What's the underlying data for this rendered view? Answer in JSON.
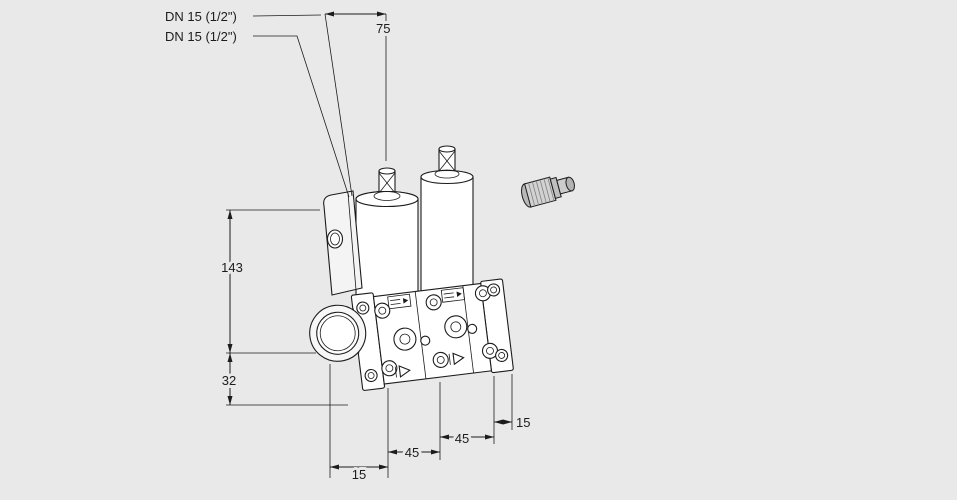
{
  "labels": {
    "port_top": "DN 15 (1/2\")",
    "port_bottom": "DN 15 (1/2\")"
  },
  "dimensions": {
    "top_width": "75",
    "left_height": "143",
    "left_lower": "32",
    "bottom_offset_left": "15",
    "bottom_span_left": "45",
    "bottom_span_right": "45",
    "bottom_offset_right": "15"
  },
  "parts": [
    "solenoid-actuator-left",
    "solenoid-actuator-right",
    "mounting-bracket",
    "valve-body-with-flanges",
    "threaded-port",
    "cable-gland-plug"
  ],
  "colors": {
    "background": "#e9e9e9",
    "line": "#1c1c1c",
    "fill": "#ffffff"
  }
}
